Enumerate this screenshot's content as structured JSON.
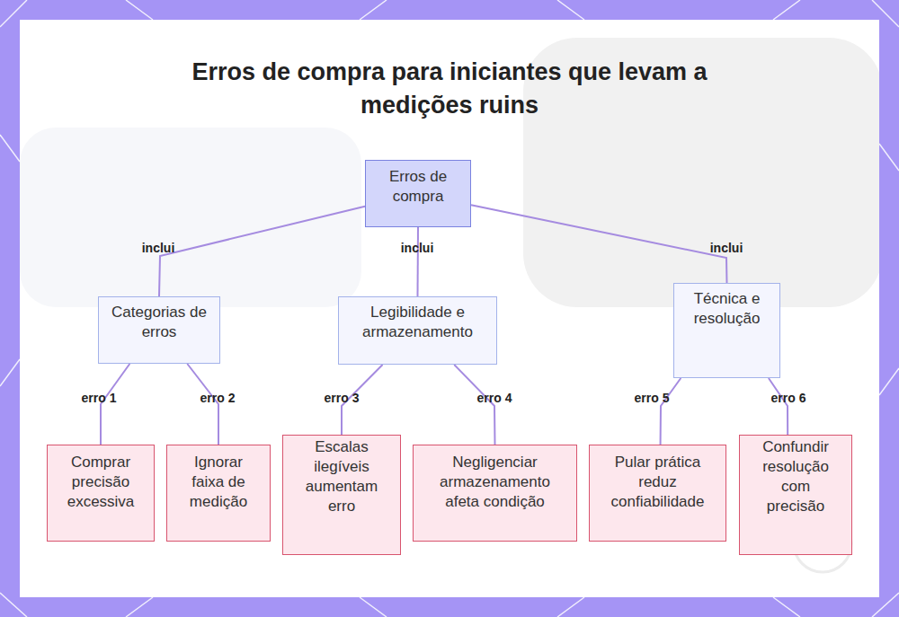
{
  "diagram": {
    "title": "Erros de compra para iniciantes que levam a medições ruins",
    "nodes": [
      {
        "text": [
          "Erros de compra"
        ]
      },
      {
        "text": [
          "Categorias de erros"
        ]
      },
      {
        "text": [
          "Legibilidade e armazenamento"
        ]
      },
      {
        "text": [
          "Técnica e resolução"
        ]
      },
      {
        "text": [
          "Comprar precisão excessiva"
        ]
      },
      {
        "text": [
          "Ignorar faixa de medição"
        ]
      },
      {
        "text": [
          "Escalas ilegíveis aumentam erro"
        ]
      },
      {
        "text": [
          "Negligenciar armazenamento afeta condição"
        ]
      },
      {
        "text": [
          "Pular prática reduz confiabilidade"
        ]
      },
      {
        "text": [
          "Confundir resolução com precisão"
        ]
      }
    ],
    "edges": [
      {
        "from": 0,
        "to": 1,
        "label": "inclui",
        "arrow": "none"
      },
      {
        "from": 0,
        "to": 2,
        "label": "inclui",
        "arrow": "none"
      },
      {
        "from": 0,
        "to": 3,
        "label": "inclui",
        "arrow": "none"
      },
      {
        "from": 1,
        "to": 4,
        "label": "erro 1",
        "arrow": "none"
      },
      {
        "from": 1,
        "to": 5,
        "label": "erro 2",
        "arrow": "none"
      },
      {
        "from": 2,
        "to": 6,
        "label": "erro 3",
        "arrow": "none"
      },
      {
        "from": 2,
        "to": 7,
        "label": "erro 4",
        "arrow": "none"
      },
      {
        "from": 3,
        "to": 8,
        "label": "erro 5",
        "arrow": "none"
      },
      {
        "from": 3,
        "to": 9,
        "label": "erro 6",
        "arrow": "none"
      }
    ]
  }
}
